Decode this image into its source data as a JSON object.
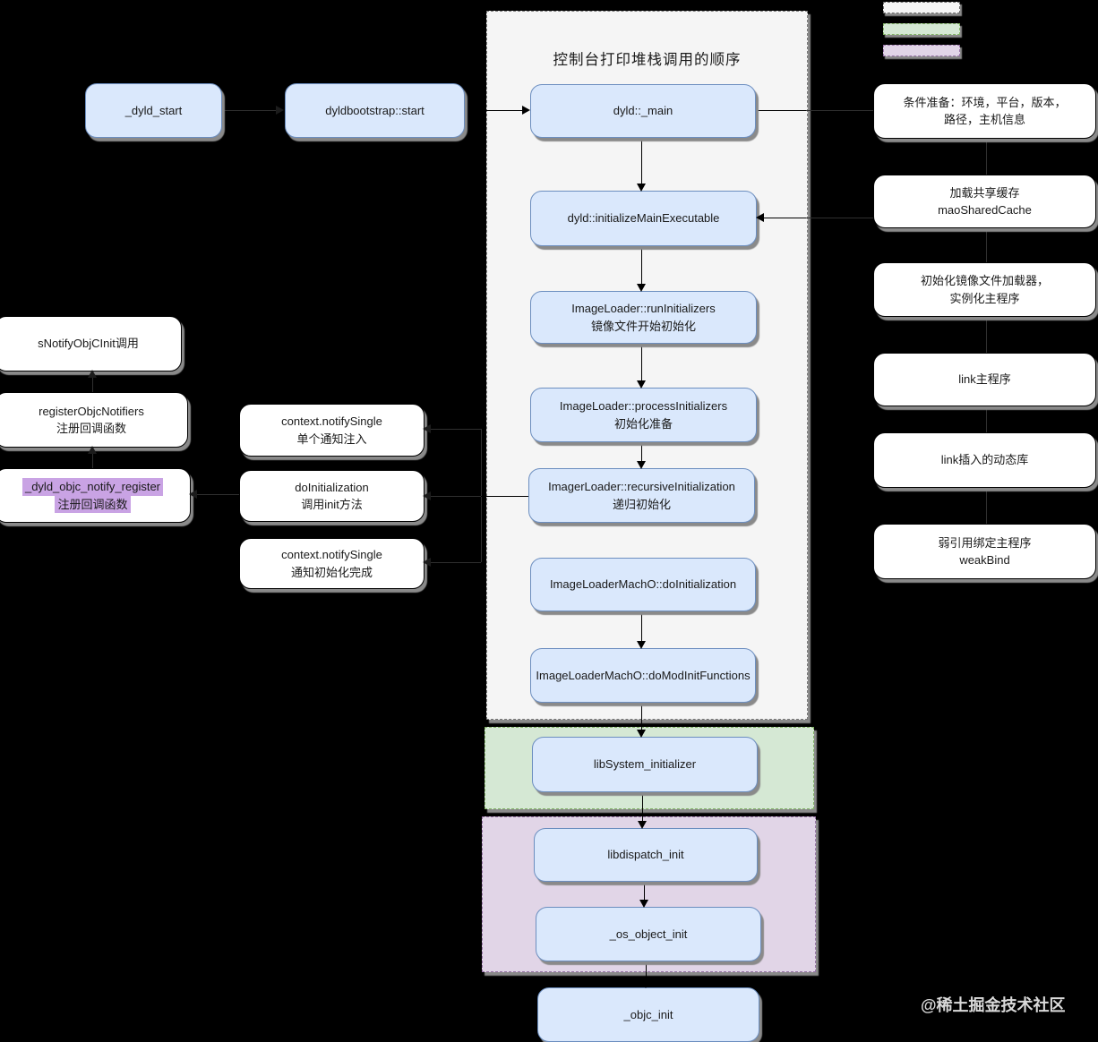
{
  "title": "控制台打印堆栈调用的顺序",
  "watermark": "@稀土掘金技术社区",
  "blue_nodes": [
    {
      "label": "_dyld_start"
    },
    {
      "label": "dyldbootstrap::start"
    },
    {
      "label": "dyld::_main"
    },
    {
      "label": "dyld::initializeMainExecutable"
    },
    {
      "label": "ImageLoader::runInitializers",
      "sub": "镜像文件开始初始化"
    },
    {
      "label": "ImageLoader::processInitializers",
      "sub": "初始化准备"
    },
    {
      "label": "ImagerLoader::recursiveInitialization",
      "sub": "递归初始化"
    },
    {
      "label": "ImageLoaderMachO::doInitialization"
    },
    {
      "label": "ImageLoaderMachO::doModInitFunctions"
    },
    {
      "label": "libSystem_initializer"
    },
    {
      "label": "libdispatch_init"
    },
    {
      "label": "_os_object_init"
    },
    {
      "label": "_objc_init"
    }
  ],
  "white_nodes": [
    {
      "label": "sNotifyObjCInit调用"
    },
    {
      "label": "registerObjcNotifiers",
      "sub": "注册回调函数"
    },
    {
      "label": "_dyld_objc_notify_register",
      "sub": "注册回调函数",
      "highlight": true
    },
    {
      "label": "context.notifySingle",
      "sub": "单个通知注入"
    },
    {
      "label": "doInitialization",
      "sub": "调用init方法"
    },
    {
      "label": "context.notifySingle",
      "sub": "通知初始化完成"
    },
    {
      "label": "条件准备：环境，平台，版本，",
      "sub": "路径，主机信息"
    },
    {
      "label": "加载共享缓存",
      "sub": "maoSharedCache"
    },
    {
      "label": "初始化镜像文件加载器，",
      "sub": "实例化主程序"
    },
    {
      "label": "link主程序"
    },
    {
      "label": "link插入的动态库"
    },
    {
      "label": "弱引用绑定主程序",
      "sub": "weakBind"
    }
  ],
  "legend": [
    {
      "name": "gray-dashed-container",
      "fill": "#f5f5f5"
    },
    {
      "name": "green-dashed-container",
      "fill": "#d5e8d4"
    },
    {
      "name": "purple-dashed-container",
      "fill": "#e1d5e7"
    }
  ],
  "colors": {
    "node_fill": "#dae8fc",
    "node_border": "#6c8ebf",
    "gray_fill": "#f5f5f5",
    "gray_border": "#777777",
    "green_fill": "#d5e8d4",
    "green_border": "#82b366",
    "purple_fill": "#e1d5e7",
    "purple_border": "#9673a6",
    "highlight": "#c9a3e4",
    "shadow": "#8a8a8a"
  }
}
